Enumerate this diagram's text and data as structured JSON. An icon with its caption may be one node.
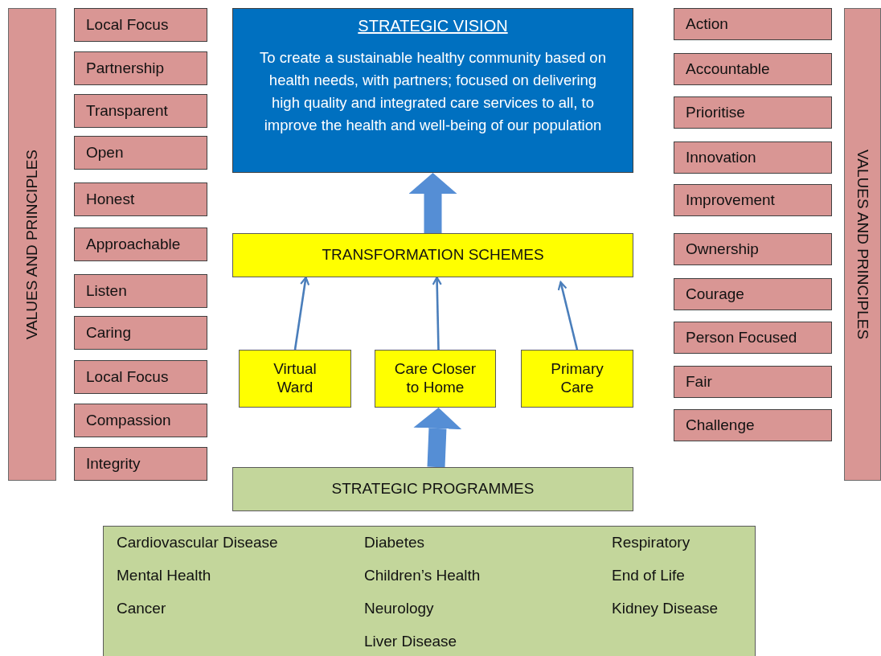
{
  "diagram": {
    "nodes": [
      {
        "text": [
          "VALUES AND PRINCIPLES"
        ]
      },
      {
        "text": [
          "Local Focus"
        ]
      },
      {
        "text": [
          "Partnership"
        ]
      },
      {
        "text": [
          "Transparent"
        ]
      },
      {
        "text": [
          "Open"
        ]
      },
      {
        "text": [
          "Honest"
        ]
      },
      {
        "text": [
          "Approachable"
        ]
      },
      {
        "text": [
          "Listen"
        ]
      },
      {
        "text": [
          "Caring"
        ]
      },
      {
        "text": [
          "Local Focus"
        ]
      },
      {
        "text": [
          "Compassion"
        ]
      },
      {
        "text": [
          "Integrity"
        ]
      },
      {
        "text": [
          "STRATEGIC VISION",
          "To create a sustainable healthy  community based on health needs, with partners; focused on delivering high quality and integrated care services to all, to improve the health and well-being of our population"
        ]
      },
      {
        "text": [
          "TRANSFORMATION SCHEMES"
        ]
      },
      {
        "text": [
          "Virtual Ward"
        ]
      },
      {
        "text": [
          "Care Closer to Home"
        ]
      },
      {
        "text": [
          "Primary Care"
        ]
      },
      {
        "text": [
          "STRATEGIC PROGRAMMES"
        ]
      },
      {
        "text": [
          "Cardiovascular Disease",
          "Diabetes",
          "Respiratory",
          "Mental Health",
          "Children’s Health",
          "End of Life",
          "Cancer",
          "Neurology",
          "Kidney Disease",
          "Liver Disease"
        ]
      },
      {
        "text": [
          "Action"
        ]
      },
      {
        "text": [
          "Accountable"
        ]
      },
      {
        "text": [
          "Prioritise"
        ]
      },
      {
        "text": [
          "Innovation"
        ]
      },
      {
        "text": [
          "Improvement"
        ]
      },
      {
        "text": [
          "Ownership"
        ]
      },
      {
        "text": [
          "Courage"
        ]
      },
      {
        "text": [
          "Person Focused"
        ]
      },
      {
        "text": [
          "Fair"
        ]
      },
      {
        "text": [
          "Challenge"
        ]
      },
      {
        "text": [
          "VALUES AND PRINCIPLES"
        ]
      }
    ],
    "edges": [
      {
        "from": 13,
        "to": 12,
        "arrow": "to",
        "style": "thick"
      },
      {
        "from": 14,
        "to": 13,
        "arrow": "to"
      },
      {
        "from": 15,
        "to": 13,
        "arrow": "to"
      },
      {
        "from": 16,
        "to": 13,
        "arrow": "to"
      },
      {
        "from": 17,
        "to": 15,
        "arrow": "to",
        "style": "thick"
      }
    ]
  }
}
